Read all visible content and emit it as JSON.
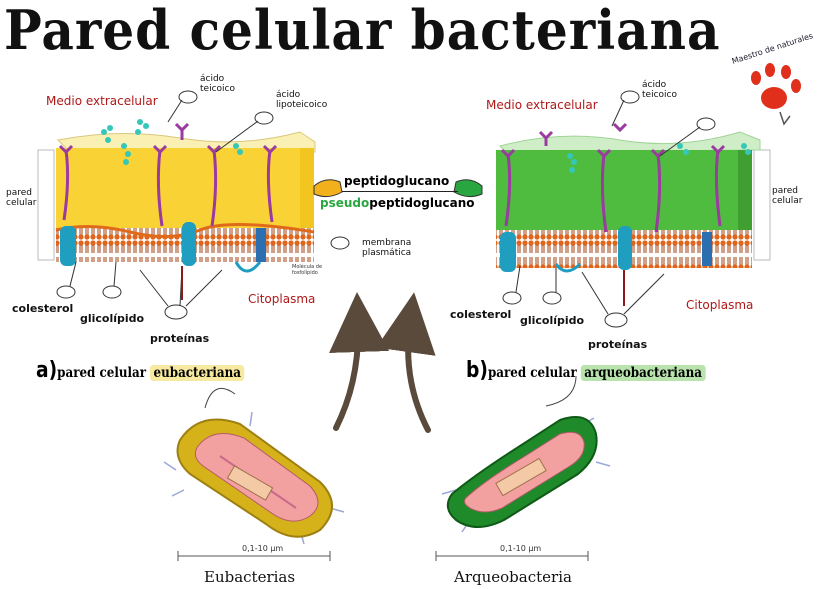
{
  "title": "Pared celular bacteriana",
  "left_panel": {
    "medio": "Medio extracelular",
    "acido_teicoico": [
      "ácido",
      "teicoico"
    ],
    "acido_lipoteicoico": [
      "ácido",
      "lipoteicoico"
    ],
    "pared": [
      "pared",
      "celular"
    ],
    "citoplasma": "Citoplasma",
    "colesterol": "colesterol",
    "glicolipido": "glicolípido",
    "proteinas": "proteínas",
    "membrana": [
      "membrana",
      "plasmática"
    ],
    "molecula": [
      "Molécula de",
      "fosfolípido"
    ]
  },
  "right_panel": {
    "medio": "Medio extracelular",
    "acido_teicoico": [
      "ácido",
      "teicoico"
    ],
    "pared": [
      "pared",
      "celular"
    ],
    "citoplasma": "Citoplasma",
    "colesterol": "colesterol",
    "glicolipido": "glicolípido",
    "proteinas": "proteínas"
  },
  "center": {
    "peptidoglucano": "peptidoglucano",
    "pseudo_prefix": "pseudo",
    "pseudo_rest": "peptidoglucano"
  },
  "sections": {
    "a_letter": "a)",
    "a_text": "pared celular ",
    "a_highlight": "eubacteriana",
    "b_letter": "b)",
    "b_text": "pared celular ",
    "b_highlight": "arqueobacteriana"
  },
  "captions": {
    "left": "Eubacterias",
    "right": "Arqueobacteria",
    "scale_left": "0,1-10 μm",
    "scale_right": "0,1-10 μm"
  },
  "logo": {
    "text": "Maestro de naturales"
  },
  "colors": {
    "eubacteria_wall": "#f9d236",
    "archaea_wall": "#4fbb3f",
    "membrane": "#e0641a",
    "channel": "#1f9ec0",
    "arrow": "#5a4a3c",
    "paw": "#e0301c"
  }
}
